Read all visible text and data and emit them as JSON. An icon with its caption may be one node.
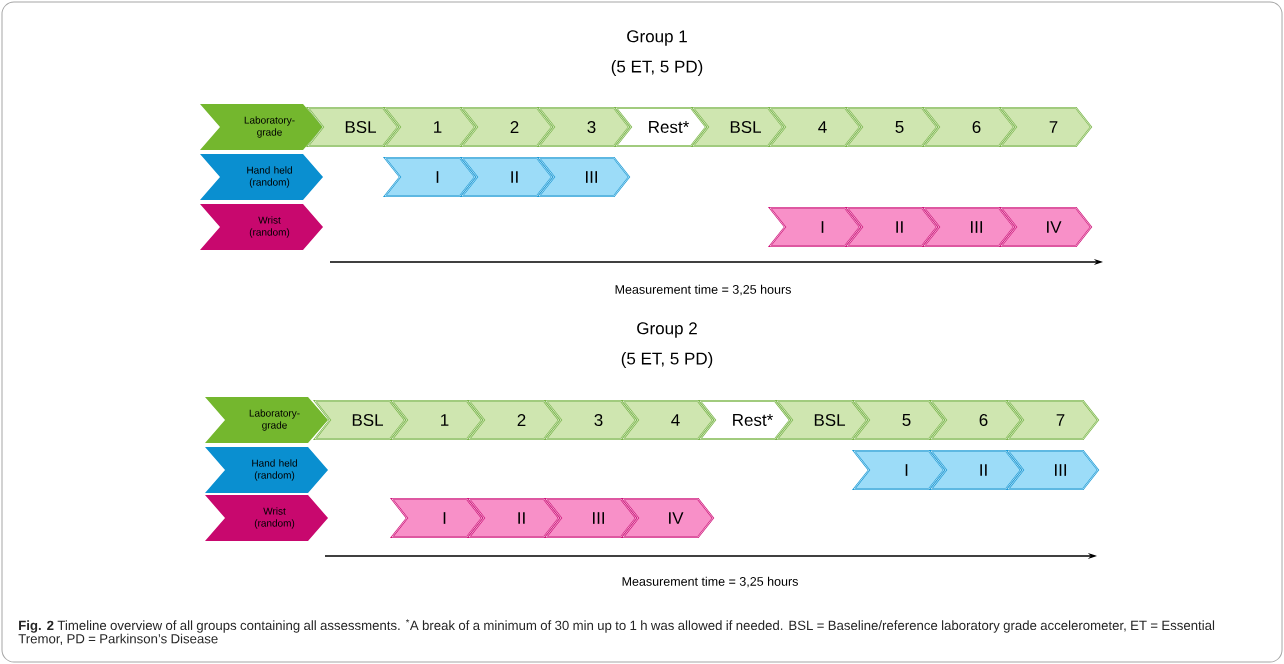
{
  "diagram": {
    "caption": "**Fig. 2** Timeline overview of all groups containing all assessments. $^{*}$A break of a minimum of 30 min up to 1 h was allowed if needed. BSL = Baseline/reference laboratory grade accelerometer, ET = Essential Tremor, PD = Parkinson’s Disease",
    "nodes": [
      {
        "text": [
          "Laboratory-grade"
        ]
      },
      {
        "text": [
          "BSL"
        ]
      },
      {
        "text": [
          "1"
        ]
      },
      {
        "text": [
          "2"
        ]
      },
      {
        "text": [
          "3"
        ]
      },
      {
        "text": [
          "Rest*"
        ]
      },
      {
        "text": [
          "BSL"
        ]
      },
      {
        "text": [
          "4"
        ]
      },
      {
        "text": [
          "5"
        ]
      },
      {
        "text": [
          "6"
        ]
      },
      {
        "text": [
          "7"
        ]
      },
      {
        "text": [
          "Hand held (random)"
        ]
      },
      {
        "text": [
          "I"
        ]
      },
      {
        "text": [
          "II"
        ]
      },
      {
        "text": [
          "III"
        ]
      },
      {
        "text": [
          "Wrist (random)"
        ]
      },
      {
        "text": [
          "I"
        ]
      },
      {
        "text": [
          "II"
        ]
      },
      {
        "text": [
          "III"
        ]
      },
      {
        "text": [
          "IV"
        ]
      },
      {
        "text": [
          "Laboratory-grade"
        ]
      },
      {
        "text": [
          "BSL"
        ]
      },
      {
        "text": [
          "1"
        ]
      },
      {
        "text": [
          "2"
        ]
      },
      {
        "text": [
          "3"
        ]
      },
      {
        "text": [
          "4"
        ]
      },
      {
        "text": [
          "Rest*"
        ]
      },
      {
        "text": [
          "BSL"
        ]
      },
      {
        "text": [
          "5"
        ]
      },
      {
        "text": [
          "6"
        ]
      },
      {
        "text": [
          "7"
        ]
      },
      {
        "text": [
          "Hand held (random)"
        ]
      },
      {
        "text": [
          "I"
        ]
      },
      {
        "text": [
          "II"
        ]
      },
      {
        "text": [
          "III"
        ]
      },
      {
        "text": [
          "Wrist (random)"
        ]
      },
      {
        "text": [
          "I"
        ]
      },
      {
        "text": [
          "II"
        ]
      },
      {
        "text": [
          "III"
        ]
      },
      {
        "text": [
          "IV"
        ]
      }
    ],
    "labels": [
      "Group 1",
      "(5 ET, 5 PD)",
      "Measurement time = 3,25 hours",
      "Group 2",
      "(5 ET, 5 PD)",
      "Measurement time = 3,25 hours"
    ]
  }
}
